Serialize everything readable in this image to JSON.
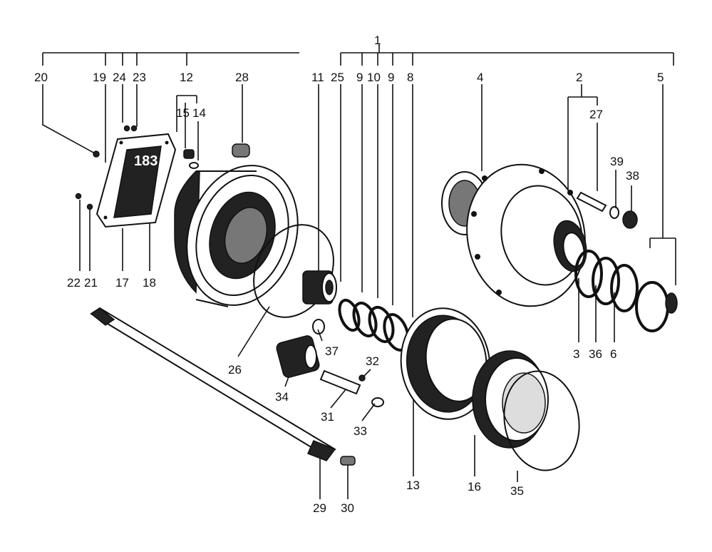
{
  "diagram": {
    "labels": [
      {
        "id": "1",
        "text": "1"
      },
      {
        "id": "2",
        "text": "2"
      },
      {
        "id": "3",
        "text": "3"
      },
      {
        "id": "4",
        "text": "4"
      },
      {
        "id": "5",
        "text": "5"
      },
      {
        "id": "6",
        "text": "6"
      },
      {
        "id": "8",
        "text": "8"
      },
      {
        "id": "9a",
        "text": "9"
      },
      {
        "id": "9b",
        "text": "9"
      },
      {
        "id": "10",
        "text": "10"
      },
      {
        "id": "11",
        "text": "11"
      },
      {
        "id": "12",
        "text": "12"
      },
      {
        "id": "13",
        "text": "13"
      },
      {
        "id": "14",
        "text": "14"
      },
      {
        "id": "15",
        "text": "15"
      },
      {
        "id": "16",
        "text": "16"
      },
      {
        "id": "17",
        "text": "17"
      },
      {
        "id": "18",
        "text": "18"
      },
      {
        "id": "19",
        "text": "19"
      },
      {
        "id": "20",
        "text": "20"
      },
      {
        "id": "21",
        "text": "21"
      },
      {
        "id": "22",
        "text": "22"
      },
      {
        "id": "23",
        "text": "23"
      },
      {
        "id": "24",
        "text": "24"
      },
      {
        "id": "25",
        "text": "25"
      },
      {
        "id": "26",
        "text": "26"
      },
      {
        "id": "27",
        "text": "27"
      },
      {
        "id": "28",
        "text": "28"
      },
      {
        "id": "29",
        "text": "29"
      },
      {
        "id": "30",
        "text": "30"
      },
      {
        "id": "31",
        "text": "31"
      },
      {
        "id": "32",
        "text": "32"
      },
      {
        "id": "33",
        "text": "33"
      },
      {
        "id": "34",
        "text": "34"
      },
      {
        "id": "35",
        "text": "35"
      },
      {
        "id": "36",
        "text": "36"
      },
      {
        "id": "37",
        "text": "37"
      },
      {
        "id": "38",
        "text": "38"
      },
      {
        "id": "39",
        "text": "39"
      }
    ]
  }
}
